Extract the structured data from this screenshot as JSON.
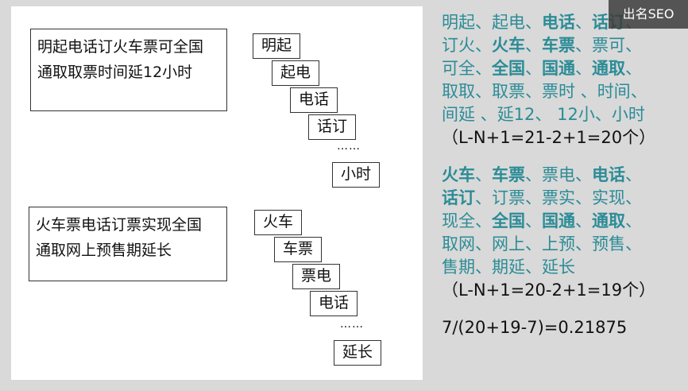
{
  "watermark": "出名SEO",
  "example1": {
    "sentence_lines": [
      "明起电话订火车票可全国",
      "通取取票时间延12小时"
    ],
    "grams": [
      "明起",
      "起电",
      "电话",
      "话订",
      "小时"
    ],
    "ellipsis": "……",
    "bigram_lines": [
      [
        {
          "t": "明起",
          "b": false
        },
        {
          "t": "、",
          "b": false
        },
        {
          "t": "起电",
          "b": false
        },
        {
          "t": "、",
          "b": false
        },
        {
          "t": "电话",
          "b": true
        },
        {
          "t": "、",
          "b": false
        },
        {
          "t": "话订",
          "b": true
        },
        {
          "t": "、",
          "b": false
        }
      ],
      [
        {
          "t": "订火",
          "b": false
        },
        {
          "t": "、",
          "b": false
        },
        {
          "t": "火车",
          "b": true
        },
        {
          "t": "、",
          "b": false
        },
        {
          "t": "车票",
          "b": true
        },
        {
          "t": "、",
          "b": false
        },
        {
          "t": "票可",
          "b": false
        },
        {
          "t": "、",
          "b": false
        }
      ],
      [
        {
          "t": "可全",
          "b": false
        },
        {
          "t": "、",
          "b": false
        },
        {
          "t": "全国",
          "b": true
        },
        {
          "t": "、",
          "b": false
        },
        {
          "t": "国通",
          "b": true
        },
        {
          "t": "、",
          "b": false
        },
        {
          "t": "通取",
          "b": true
        },
        {
          "t": "、",
          "b": false
        }
      ],
      [
        {
          "t": "取取",
          "b": false
        },
        {
          "t": "、",
          "b": false
        },
        {
          "t": "取票",
          "b": false
        },
        {
          "t": "、",
          "b": false
        },
        {
          "t": "票时",
          "b": false
        },
        {
          "t": " 、",
          "b": false
        },
        {
          "t": "时间",
          "b": false
        },
        {
          "t": "、",
          "b": false
        }
      ],
      [
        {
          "t": "间延",
          "b": false
        },
        {
          "t": " 、",
          "b": false
        },
        {
          "t": "延12",
          "b": false
        },
        {
          "t": "、 ",
          "b": false
        },
        {
          "t": "12小",
          "b": false
        },
        {
          "t": "、",
          "b": false
        },
        {
          "t": "小时",
          "b": false
        }
      ]
    ],
    "formula": "（L-N+1=21-2+1=20个）"
  },
  "example2": {
    "sentence_lines": [
      "火车票电话订票实现全国",
      "通取网上预售期延长"
    ],
    "grams": [
      "火车",
      "车票",
      "票电",
      "电话",
      "延长"
    ],
    "ellipsis": "……",
    "bigram_lines": [
      [
        {
          "t": "火车",
          "b": true
        },
        {
          "t": "、",
          "b": false
        },
        {
          "t": "车票",
          "b": true
        },
        {
          "t": "、",
          "b": false
        },
        {
          "t": "票电",
          "b": false
        },
        {
          "t": "、",
          "b": false
        },
        {
          "t": "电话",
          "b": true
        },
        {
          "t": "、",
          "b": false
        }
      ],
      [
        {
          "t": "话订",
          "b": true
        },
        {
          "t": "、",
          "b": false
        },
        {
          "t": "订票",
          "b": false
        },
        {
          "t": "、",
          "b": false
        },
        {
          "t": "票实",
          "b": false
        },
        {
          "t": "、",
          "b": false
        },
        {
          "t": "实现",
          "b": false
        },
        {
          "t": "、",
          "b": false
        }
      ],
      [
        {
          "t": "现全",
          "b": false
        },
        {
          "t": "、",
          "b": false
        },
        {
          "t": "全国",
          "b": true
        },
        {
          "t": "、",
          "b": false
        },
        {
          "t": "国通",
          "b": true
        },
        {
          "t": "、",
          "b": false
        },
        {
          "t": "通取",
          "b": true
        },
        {
          "t": "、",
          "b": false
        }
      ],
      [
        {
          "t": "取网",
          "b": false
        },
        {
          "t": "、",
          "b": false
        },
        {
          "t": "网上",
          "b": false
        },
        {
          "t": "、",
          "b": false
        },
        {
          "t": "上预",
          "b": false
        },
        {
          "t": "、",
          "b": false
        },
        {
          "t": "预售",
          "b": false
        },
        {
          "t": "、",
          "b": false
        }
      ],
      [
        {
          "t": "售期",
          "b": false
        },
        {
          "t": "、",
          "b": false
        },
        {
          "t": "期延",
          "b": false
        },
        {
          "t": "、",
          "b": false
        },
        {
          "t": "延长",
          "b": false
        }
      ]
    ],
    "formula": "（L-N+1=20-2+1=19个）"
  },
  "result": "7/(20+19-7)=0.21875"
}
